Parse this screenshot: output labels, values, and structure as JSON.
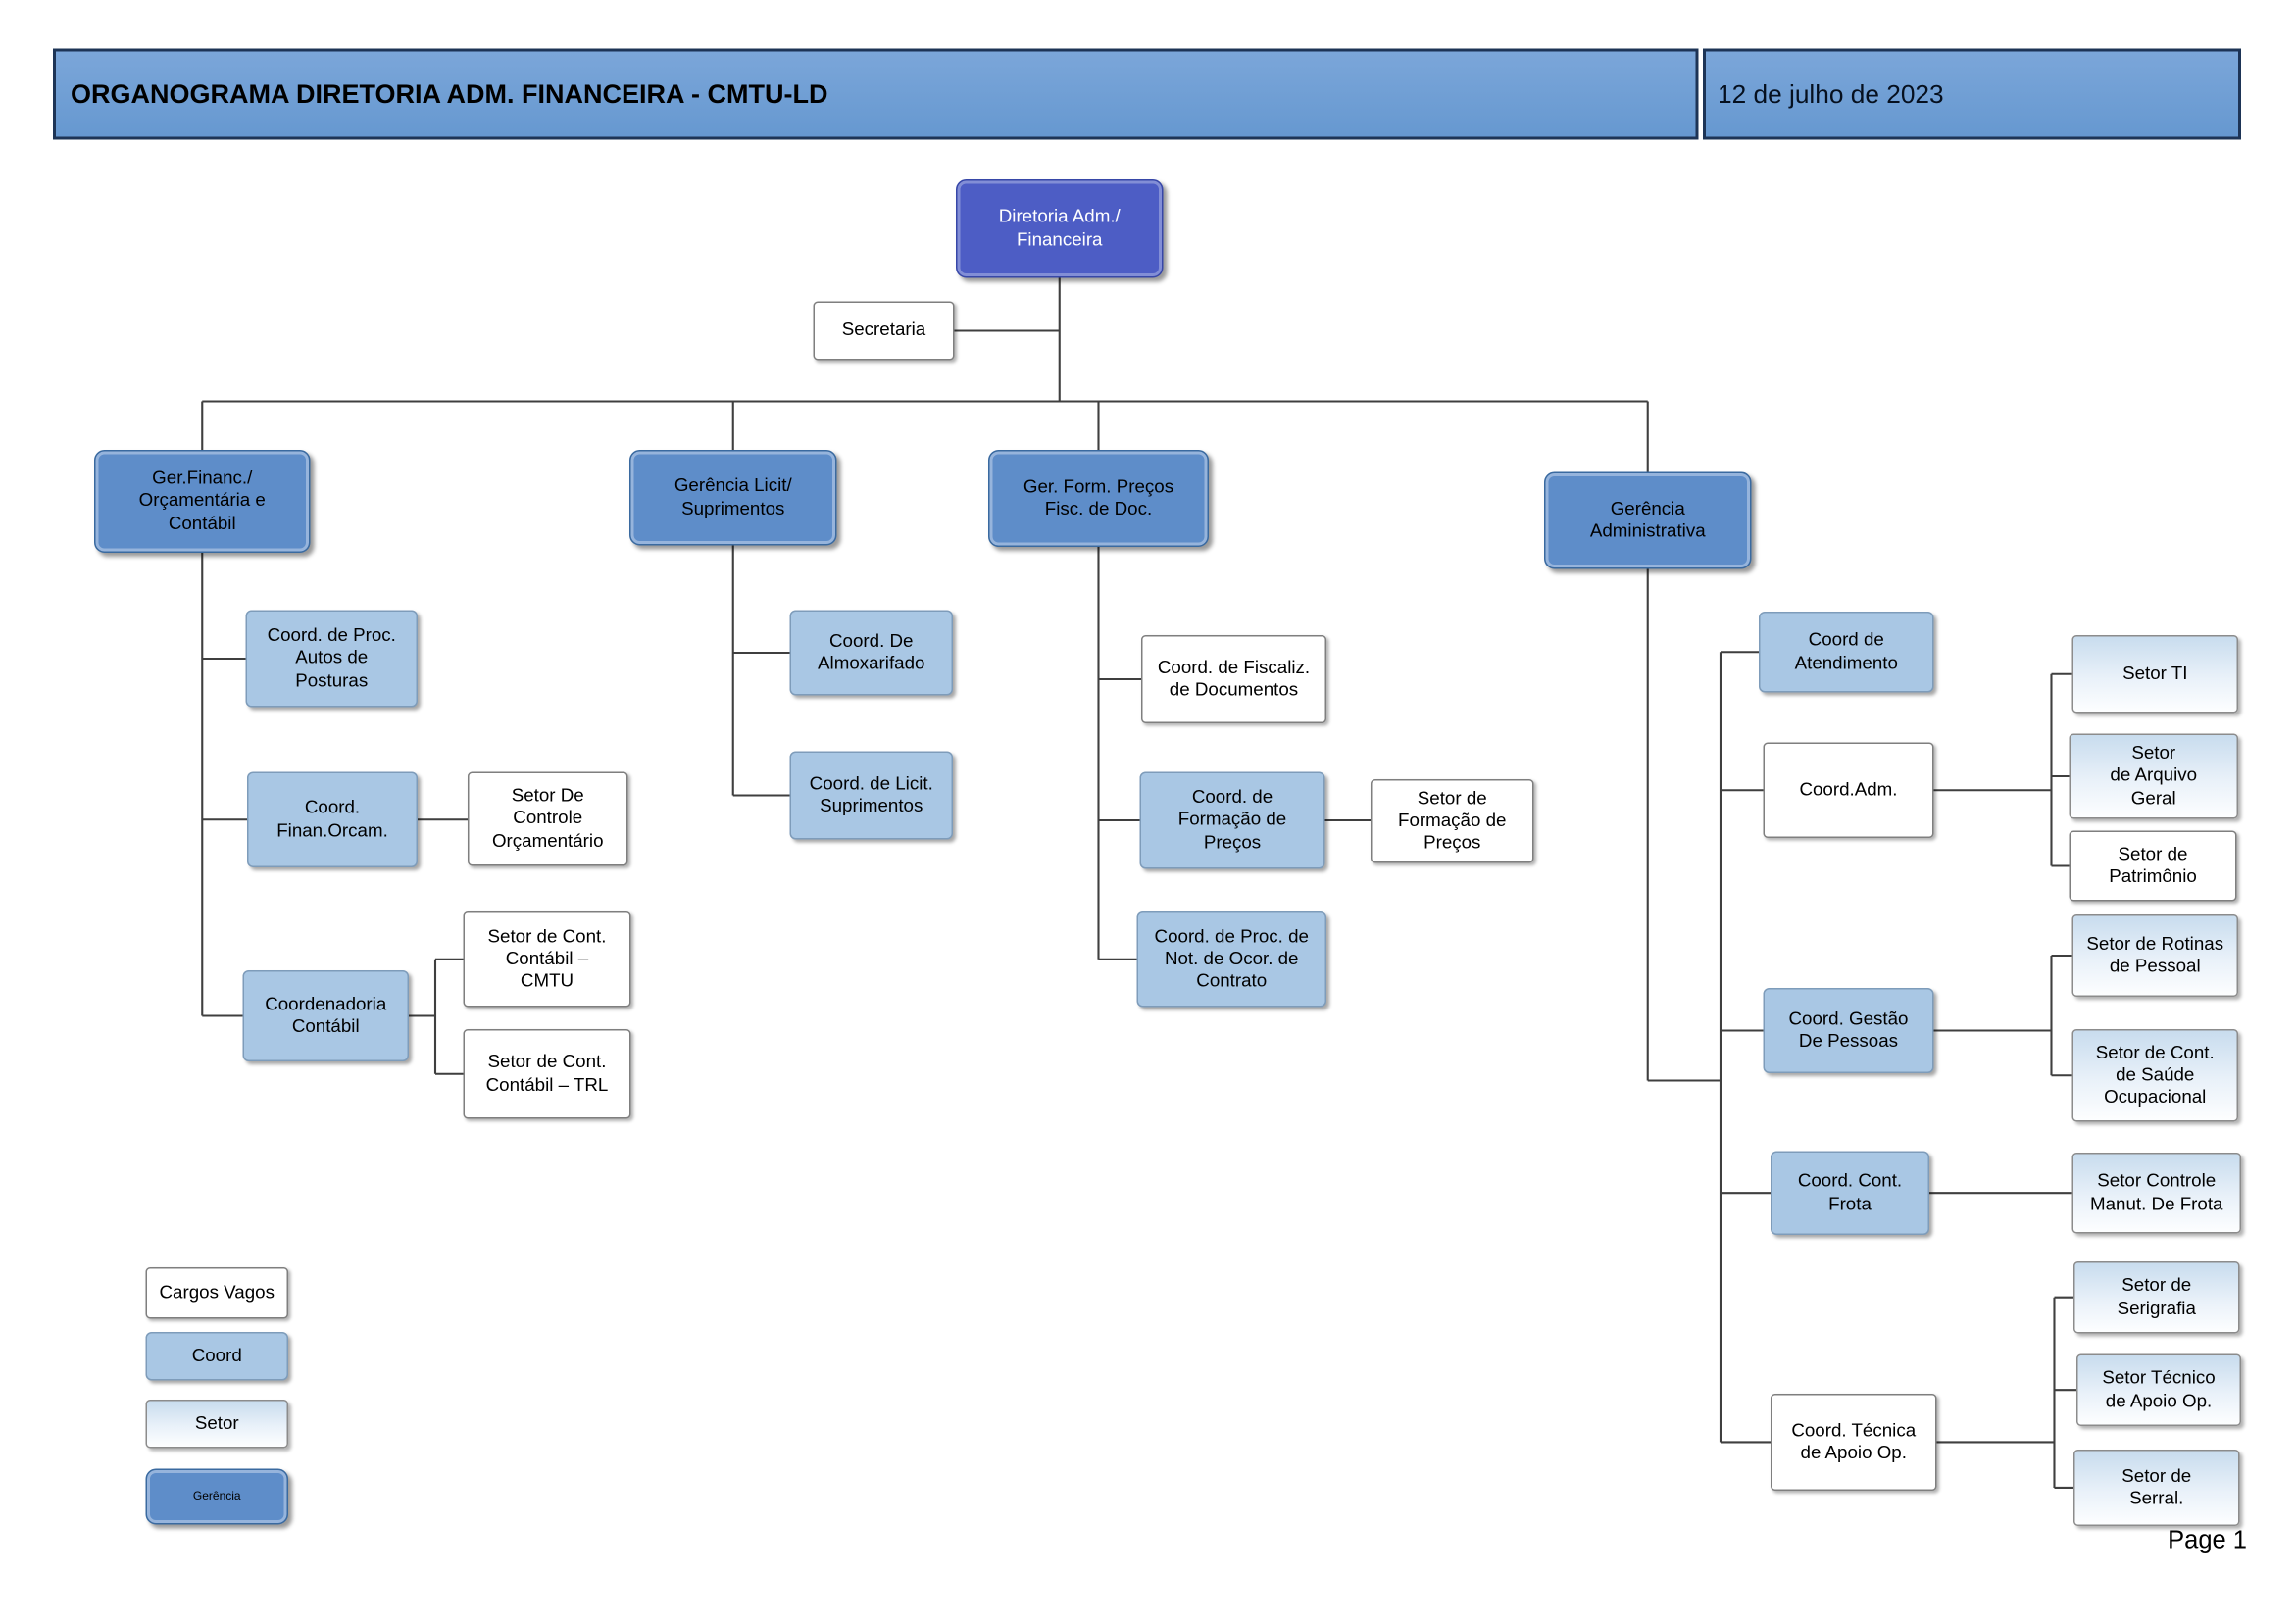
{
  "header": {
    "title": "ORGANOGRAMA DIRETORIA ADM. FINANCEIRA -  CMTU-LD",
    "date": "12 de julho de 2023"
  },
  "page_label": "Page 1",
  "nodes": {
    "diretoria": "Diretoria Adm./\nFinanceira",
    "secretaria": "Secretaria",
    "ger_financ": "Ger.Financ./\nOrçamentária e\nContábil",
    "ger_licit": "Gerência Licit/\nSuprimentos",
    "ger_precos": "Ger. Form. Preços\nFisc.  de Doc.",
    "ger_admin": "Gerência\nAdministrativa",
    "coord_autos_posturas": "Coord. de Proc.\nAutos de\nPosturas",
    "coord_finan_orcam": "Coord.\nFinan.Orcam.",
    "setor_controle_orcamentario": "Setor  De\nControle\nOrçamentário",
    "coordenadoria_contabil": "Coordenadoria\nContábil",
    "setor_cont_cmtu": "Setor de Cont.\nContábil –\nCMTU",
    "setor_cont_trl": "Setor de Cont.\nContábil – TRL",
    "coord_almoxarifado": "Coord.  De\nAlmoxarifado",
    "coord_licit_suprimentos": "Coord. de Licit.\nSuprimentos",
    "coord_fiscaliz_documentos": "Coord. de Fiscaliz.\nde Documentos",
    "coord_formacao_precos": "Coord. de\nFormação de\nPreços",
    "setor_formacao_precos": "Setor de\nFormação de\nPreços",
    "coord_proc_notificacao": "Coord. de Proc. de\nNot.  de Ocor.  de\nContrato",
    "coord_atendimento": "Coord de\nAtendimento",
    "coord_adm": "Coord.Adm.",
    "setor_ti": "Setor TI",
    "setor_arquivo_geral": "Setor\nde Arquivo\nGeral",
    "setor_patrimonio": "Setor de\nPatrimônio",
    "coord_gestao_pessoas": "Coord. Gestão\nDe Pessoas",
    "setor_rotinas_pessoal": "Setor de Rotinas\nde Pessoal",
    "setor_saude_ocupacional": "Setor de Cont.\nde Saúde\nOcupacional",
    "coord_cont_frota": "Coord. Cont.\nFrota",
    "setor_controle_frota": "Setor Controle\nManut. De Frota",
    "coord_tecnica_apoio": "Coord. Técnica\nde Apoio Op.",
    "setor_serigrafia": "Setor de\nSerigrafia",
    "setor_tecnico_apoio": "Setor Técnico\nde Apoio Op.",
    "setor_serral": "Setor de\nSerral."
  },
  "legend": {
    "cargos_vagos": "Cargos Vagos",
    "coord": "Coord",
    "setor": "Setor",
    "gerencia": "Gerência"
  },
  "hierarchy": {
    "diretoria": [
      "ger_financ",
      "ger_licit",
      "ger_precos",
      "ger_admin"
    ],
    "diretoria_staff": [
      "secretaria"
    ],
    "ger_financ": [
      "coord_autos_posturas",
      "coord_finan_orcam",
      "coordenadoria_contabil"
    ],
    "coord_finan_orcam": [
      "setor_controle_orcamentario"
    ],
    "coordenadoria_contabil": [
      "setor_cont_cmtu",
      "setor_cont_trl"
    ],
    "ger_licit": [
      "coord_almoxarifado",
      "coord_licit_suprimentos"
    ],
    "ger_precos": [
      "coord_fiscaliz_documentos",
      "coord_formacao_precos",
      "coord_proc_notificacao"
    ],
    "coord_formacao_precos": [
      "setor_formacao_precos"
    ],
    "ger_admin": [
      "coord_atendimento",
      "coord_adm",
      "coord_gestao_pessoas",
      "coord_cont_frota",
      "coord_tecnica_apoio"
    ],
    "coord_adm": [
      "setor_ti",
      "setor_arquivo_geral",
      "setor_patrimonio"
    ],
    "coord_gestao_pessoas": [
      "setor_rotinas_pessoal",
      "setor_saude_ocupacional"
    ],
    "coord_cont_frota": [
      "setor_controle_frota"
    ],
    "coord_tecnica_apoio": [
      "setor_serigrafia",
      "setor_tecnico_apoio",
      "setor_serral"
    ]
  },
  "colors": {
    "header_fill": "#6f9ed6",
    "header_border": "#1d3456",
    "diretoria_fill": "#4d5dc5",
    "gerencia_fill": "#5e8dc9",
    "coord_fill": "#a9c7e4",
    "setor_fill_top": "#c8dcee",
    "vago_fill": "#ffffff",
    "line": "#3f3f3f"
  }
}
